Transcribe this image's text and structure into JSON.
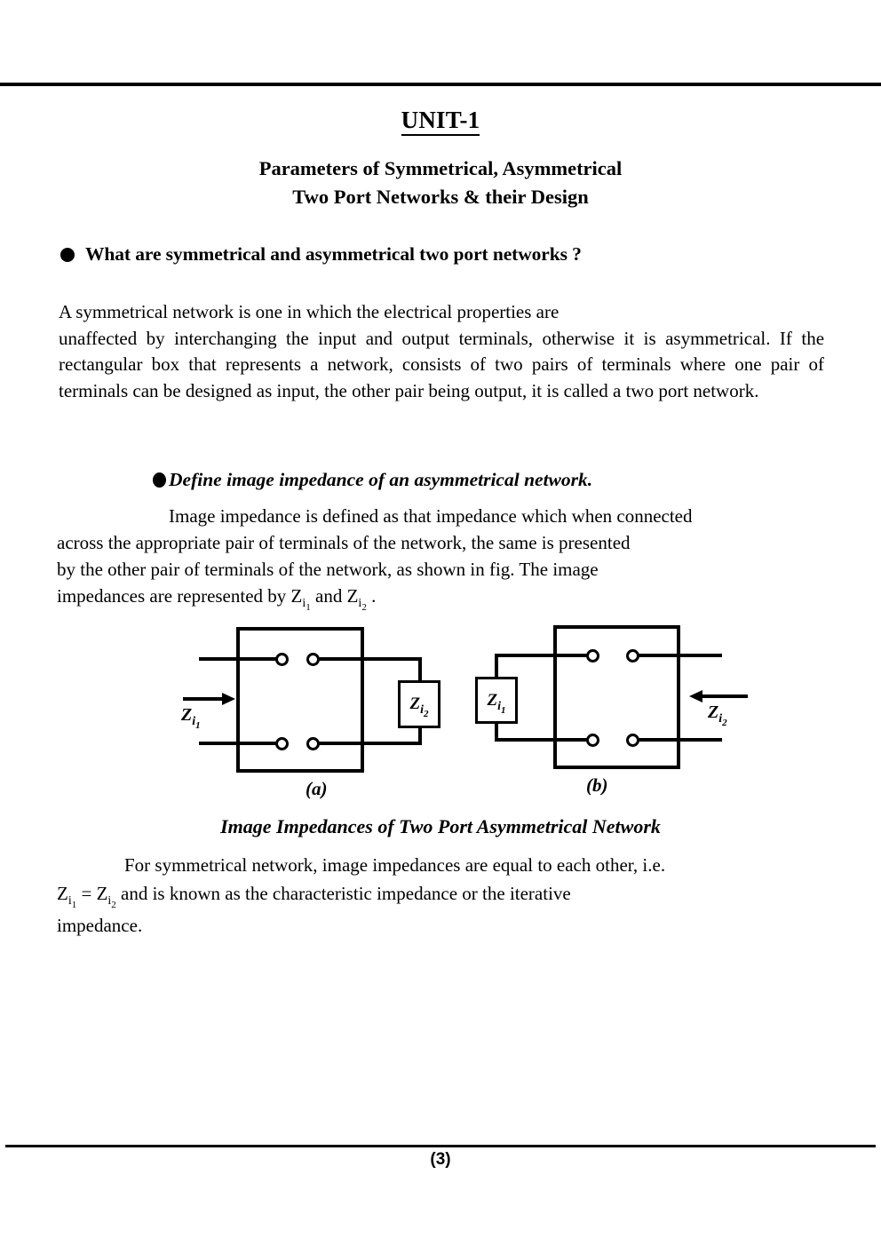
{
  "document": {
    "unit_title": "UNIT-1",
    "subtitle_line1": "Parameters of Symmetrical, Asymmetrical",
    "subtitle_line2": "Two Port Networks & their Design",
    "page_number": "(3)"
  },
  "question1": {
    "bullet": "filled-circle-bullet",
    "text": "What are symmetrical and asymmetrical two port networks ?"
  },
  "answer1": {
    "line1": "A symmetrical network is one in which the electrical properties are",
    "line2": "unaffected by interchanging the input and output terminals, otherwise it is",
    "line3": "asymmetrical. If the rectangular box that represents a network, consists of two",
    "line4": "pairs of terminals where one pair of terminals can be designed as input, the",
    "line5": "other pair being output, it is called a two port network."
  },
  "question2": {
    "bullet": "filled-circle-bullet",
    "text": "Define image impedance of an asymmetrical network."
  },
  "answer2": {
    "line1": "Image impedance is defined as that impedance which when connected",
    "line2": "across the appropriate pair of terminals of the network, the same is presented",
    "line3": "by the other pair of terminals of the network, as shown in fig. The image",
    "line4_pre": "impedances are represented by",
    "line4_mid": "and",
    "line4_post": ".",
    "symbol_zi1": {
      "base": "Z",
      "sub": "i",
      "sub2": "1"
    },
    "symbol_zi2": {
      "base": "Z",
      "sub": "i",
      "sub2": "2"
    }
  },
  "figure": {
    "caption": "Image Impedances of Two Port Asymmetrical Network",
    "panel_a": {
      "label": "(a)",
      "arrow_label": {
        "base": "Z",
        "sub": "i",
        "sub2": "1"
      },
      "arrow_direction": "right",
      "load_box_label": {
        "base": "Z",
        "sub": "i",
        "sub2": "2"
      },
      "load_box_side": "right",
      "terminal_count": 4
    },
    "panel_b": {
      "label": "(b)",
      "arrow_label": {
        "base": "Z",
        "sub": "i",
        "sub2": "2"
      },
      "arrow_direction": "left",
      "load_box_label": {
        "base": "Z",
        "sub": "i",
        "sub2": "1"
      },
      "load_box_side": "left",
      "terminal_count": 4
    }
  },
  "answer3": {
    "line1": "For symmetrical network, image impedances are equal to each other, i.e.",
    "line2_eq": "=",
    "line2_rest": "and is known as the characteristic impedance or the iterative",
    "line3": "impedance."
  },
  "colors": {
    "ink": "#000000",
    "paper": "#ffffff"
  }
}
